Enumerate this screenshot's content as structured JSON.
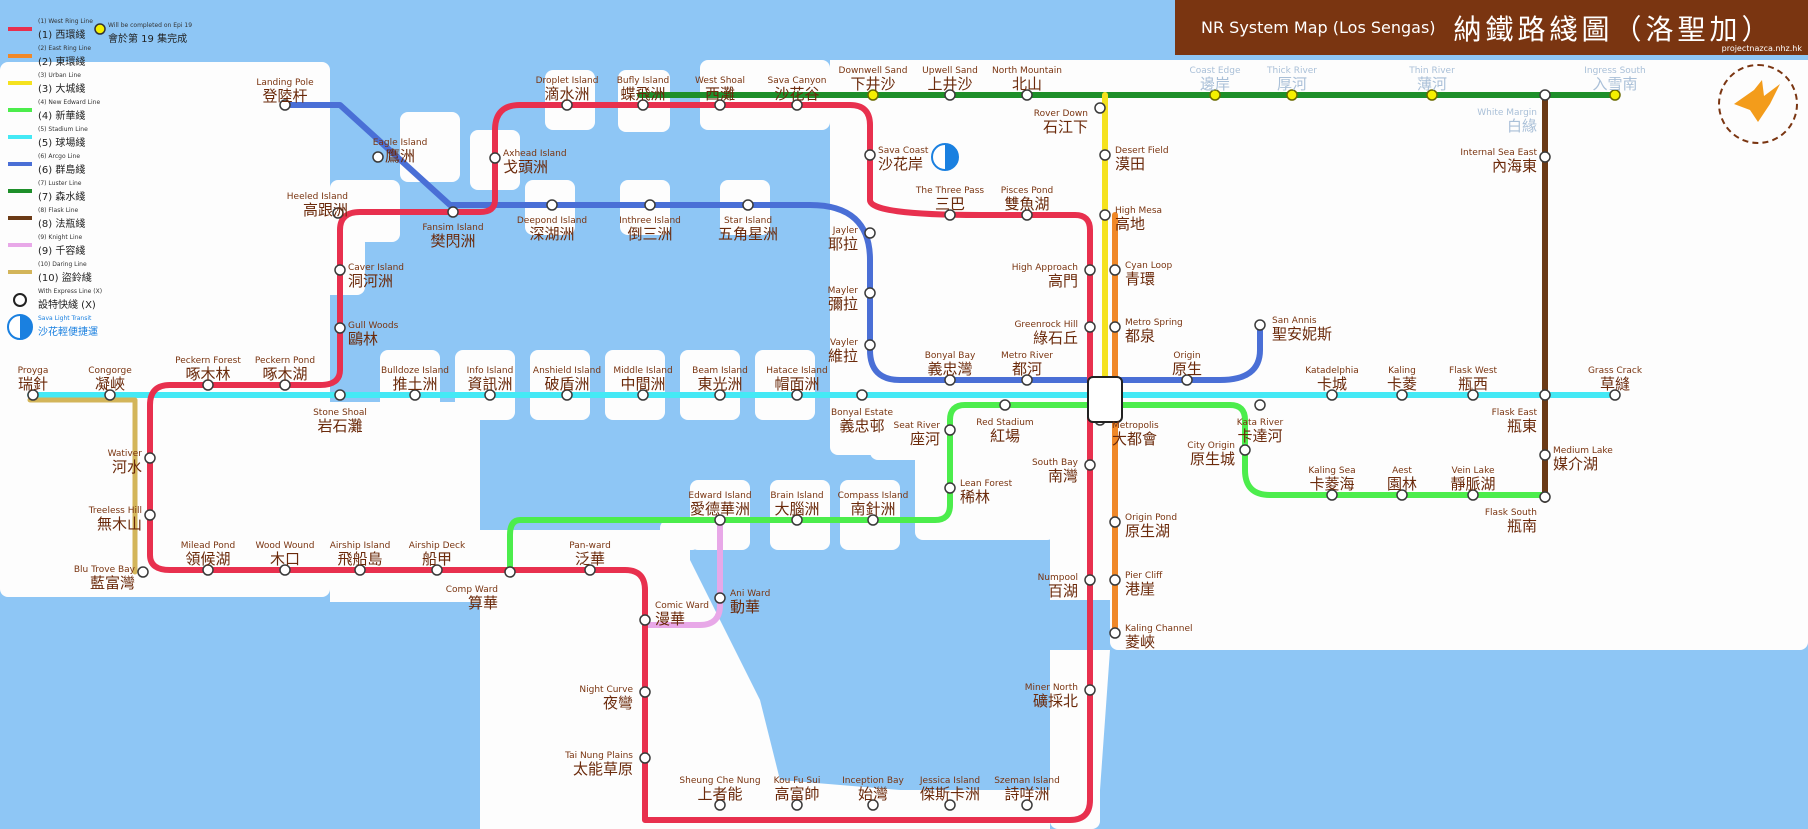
{
  "title": {
    "en": "NR System Map (Los Sengas)",
    "zh": "納鐵路綫圖（洛聖加）",
    "url": "projectnazca.nhz.hk"
  },
  "colors": {
    "water": "#8ec6f5",
    "land": "#fdfdfd",
    "title_bg": "#7a3511",
    "west_ring": "#e8304e",
    "east_ring": "#f08828",
    "urban": "#f5e21f",
    "new_edward": "#4ced4c",
    "stadium": "#44e9f5",
    "arcgo": "#4a6fd6",
    "luster": "#1e8f2a",
    "flask": "#6b3a16",
    "knight": "#e8a8e8",
    "daring": "#d3b55a",
    "label_en": "#7a3511",
    "label_zh": "#6b2a0b",
    "faded": "#aac0d8",
    "dot_yellow": "#f5f000"
  },
  "legend": {
    "lines": [
      {
        "en": "(1) West Ring Line",
        "zh": "(1) 西環綫",
        "color": "#e8304e"
      },
      {
        "en": "(2) East Ring Line",
        "zh": "(2) 東環綫",
        "color": "#f08828"
      },
      {
        "en": "(3) Urban Line",
        "zh": "(3) 大城綫",
        "color": "#f5e21f"
      },
      {
        "en": "(4) New Edward Line",
        "zh": "(4) 新華綫",
        "color": "#4ced4c"
      },
      {
        "en": "(5) Stadium Line",
        "zh": "(5) 球場綫",
        "color": "#44e9f5"
      },
      {
        "en": "(6) Arcgo Line",
        "zh": "(6) 群島綫",
        "color": "#4a6fd6"
      },
      {
        "en": "(7) Luster Line",
        "zh": "(7) 森水綫",
        "color": "#1e8f2a"
      },
      {
        "en": "(8) Flask Line",
        "zh": "(8) 法瓶綫",
        "color": "#6b3a16"
      },
      {
        "en": "(9) Knight Line",
        "zh": "(9) 千容綫",
        "color": "#e8a8e8"
      },
      {
        "en": "(10) Daring Line",
        "zh": "(10) 盜鈴綫",
        "color": "#d3b55a"
      }
    ],
    "express_en": "With Express Line (X)",
    "express_zh": "設特快綫 (X)",
    "ep19_en": "Will be completed on Epi 19",
    "ep19_zh": "會於第 19 集完成",
    "sava_en": "Sava Light Transit",
    "sava_zh": "沙花輕便捷運"
  },
  "stations": {
    "landing_pole": {
      "en": "Landing Pole",
      "zh": "登陸杆"
    },
    "eagle_island": {
      "en": "Eagle Island",
      "zh": "鷹洲"
    },
    "heeled_island": {
      "en": "Heeled Island",
      "zh": "高跟洲"
    },
    "caver_island": {
      "en": "Caver Island",
      "zh": "洞河洲"
    },
    "gull_woods": {
      "en": "Gull Woods",
      "zh": "鷗林"
    },
    "pecker_forest": {
      "en": "Peckern Forest",
      "zh": "啄木林"
    },
    "pecker_pond": {
      "en": "Peckern Pond",
      "zh": "啄木湖"
    },
    "proyga": {
      "en": "Proyga",
      "zh": "瑞針"
    },
    "congorge": {
      "en": "Congorge",
      "zh": "凝峽"
    },
    "wativer": {
      "en": "Wativer",
      "zh": "河水"
    },
    "treeless_hill": {
      "en": "Treeless Hill",
      "zh": "無木山"
    },
    "blu_trove_bay": {
      "en": "Blu Trove Bay",
      "zh": "藍富灣"
    },
    "milead_pond": {
      "en": "Milead Pond",
      "zh": "領候湖"
    },
    "wood_wound": {
      "en": "Wood Wound",
      "zh": "木口"
    },
    "airship_island": {
      "en": "Airship Island",
      "zh": "飛船島"
    },
    "airship_deck": {
      "en": "Airship Deck",
      "zh": "船甲"
    },
    "stone_shoal": {
      "en": "Stone Shoal",
      "zh": "岩石灘"
    },
    "bulldoze_island": {
      "en": "Bulldoze Island",
      "zh": "推土洲"
    },
    "info_island": {
      "en": "Info Island",
      "zh": "資訊洲"
    },
    "anshield_island": {
      "en": "Anshield Island",
      "zh": "破盾洲"
    },
    "middle_island": {
      "en": "Middle Island",
      "zh": "中間洲"
    },
    "beam_island": {
      "en": "Beam Island",
      "zh": "東光洲"
    },
    "hatace_island": {
      "en": "Hatace Island",
      "zh": "帽面洲"
    },
    "bonyal_estate": {
      "en": "Bonyal Estate",
      "zh": "義忠邨"
    },
    "fansim_island": {
      "en": "Fansim Island",
      "zh": "樊閃洲"
    },
    "ahead_island": {
      "en": "Axhead Island",
      "zh": "戈頭洲"
    },
    "droplet_island": {
      "en": "Droplet Island",
      "zh": "滴水洲"
    },
    "bufly_island": {
      "en": "Bufly Island",
      "zh": "蝶飛洲"
    },
    "west_shoal": {
      "en": "West Shoal",
      "zh": "西灘"
    },
    "sava_canyon": {
      "en": "Sava Canyon",
      "zh": "沙花谷"
    },
    "downwell_sand": {
      "en": "Downwell Sand",
      "zh": "下井沙"
    },
    "upwell_sand": {
      "en": "Upwell Sand",
      "zh": "上井沙"
    },
    "north_mountain": {
      "en": "North Mountain",
      "zh": "北山"
    },
    "rover_down": {
      "en": "Rover Down",
      "zh": "石江下"
    },
    "coast_edge": {
      "en": "Coast Edge",
      "zh": "邊岸"
    },
    "thick_river": {
      "en": "Thick River",
      "zh": "厚河"
    },
    "thin_river": {
      "en": "Thin River",
      "zh": "薄河"
    },
    "ingress_south": {
      "en": "Ingress South",
      "zh": "入雪南"
    },
    "white_margin": {
      "en": "White Margin",
      "zh": "白緣"
    },
    "internal_sea_east": {
      "en": "Internal Sea East",
      "zh": "內海東"
    },
    "deepond_island": {
      "en": "Deepond Island",
      "zh": "深湖洲"
    },
    "inthree_island": {
      "en": "Inthree Island",
      "zh": "倒三洲"
    },
    "star_island": {
      "en": "Star Island",
      "zh": "五角星洲"
    },
    "jayler": {
      "en": "Jayler",
      "zh": "耶拉"
    },
    "mayler": {
      "en": "Mayler",
      "zh": "彌拉"
    },
    "vayler": {
      "en": "Vayler",
      "zh": "維拉"
    },
    "sava_coast": {
      "en": "Sava Coast",
      "zh": "沙花岸"
    },
    "three_pass": {
      "en": "The Three Pass",
      "zh": "三巴"
    },
    "pisces_pond": {
      "en": "Pisces Pond",
      "zh": "雙魚湖"
    },
    "desert_field": {
      "en": "Desert Field",
      "zh": "漠田"
    },
    "high_mesa": {
      "en": "High Mesa",
      "zh": "高地"
    },
    "high_approach": {
      "en": "High Approach",
      "zh": "高門"
    },
    "cyan_loop": {
      "en": "Cyan Loop",
      "zh": "青環"
    },
    "greenrock_hill": {
      "en": "Greenrock Hill",
      "zh": "綠石丘"
    },
    "metro_spring": {
      "en": "Metro Spring",
      "zh": "都泉"
    },
    "san_annis": {
      "en": "San Annis",
      "zh": "聖安妮斯"
    },
    "bonyal_bay": {
      "en": "Bonyal Bay",
      "zh": "義忠灣"
    },
    "metro_river": {
      "en": "Metro River",
      "zh": "都河"
    },
    "origin": {
      "en": "Origin",
      "zh": "原生"
    },
    "katadelphia": {
      "en": "Katadelphia",
      "zh": "卡城"
    },
    "kaling": {
      "en": "Kaling",
      "zh": "卡菱"
    },
    "flask_west": {
      "en": "Flask West",
      "zh": "瓶西"
    },
    "grass_crack": {
      "en": "Grass Crack",
      "zh": "草縫"
    },
    "flask_east": {
      "en": "Flask East",
      "zh": "瓶東"
    },
    "medium_lake": {
      "en": "Medium Lake",
      "zh": "媒介湖"
    },
    "flask_south": {
      "en": "Flask South",
      "zh": "瓶南"
    },
    "kata_river": {
      "en": "Kata River",
      "zh": "卡達河"
    },
    "city_origin": {
      "en": "City Origin",
      "zh": "原生城"
    },
    "metropolis": {
      "en": "Metropolis",
      "zh": "大都會"
    },
    "kaling_sea": {
      "en": "Kaling Sea",
      "zh": "卡菱海"
    },
    "aest": {
      "en": "Aest",
      "zh": "園林"
    },
    "vein_lake": {
      "en": "Vein Lake",
      "zh": "靜脈湖"
    },
    "red_stadium": {
      "en": "Red Stadium",
      "zh": "紅場"
    },
    "seat_river": {
      "en": "Seat River",
      "zh": "座河"
    },
    "south_bay": {
      "en": "South Bay",
      "zh": "南灣"
    },
    "lean_forest": {
      "en": "Lean Forest",
      "zh": "稀林"
    },
    "edward_island": {
      "en": "Edward Island",
      "zh": "愛德華洲"
    },
    "brain_island": {
      "en": "Brain Island",
      "zh": "大腦洲"
    },
    "compass_island": {
      "en": "Compass Island",
      "zh": "南針洲"
    },
    "pan_ward": {
      "en": "Pan-ward",
      "zh": "泛華"
    },
    "comp_ward": {
      "en": "Comp Ward",
      "zh": "算華"
    },
    "ani_ward": {
      "en": "Ani Ward",
      "zh": "動華"
    },
    "comic_ward": {
      "en": "Comic Ward",
      "zh": "漫華"
    },
    "night_curve": {
      "en": "Night Curve",
      "zh": "夜彎"
    },
    "tai_nung_plains": {
      "en": "Tai Nung Plains",
      "zh": "太能草原"
    },
    "sheung_che_nung": {
      "en": "Sheung Che Nung",
      "zh": "上者能"
    },
    "kou_fu_sui": {
      "en": "Kou Fu Sui",
      "zh": "高富帥"
    },
    "inception_bay": {
      "en": "Inception Bay",
      "zh": "始灣"
    },
    "jessica_island": {
      "en": "Jessica Island",
      "zh": "傑斯卡洲"
    },
    "szeman_island": {
      "en": "Szeman Island",
      "zh": "詩咩洲"
    },
    "numpool": {
      "en": "Numpool",
      "zh": "百湖"
    },
    "pier_cliff": {
      "en": "Pier Cliff",
      "zh": "港崖"
    },
    "origin_pond": {
      "en": "Origin Pond",
      "zh": "原生湖"
    },
    "kaling_channel": {
      "en": "Kaling Channel",
      "zh": "菱峽"
    },
    "miner_north": {
      "en": "Miner North",
      "zh": "礦採北"
    }
  }
}
